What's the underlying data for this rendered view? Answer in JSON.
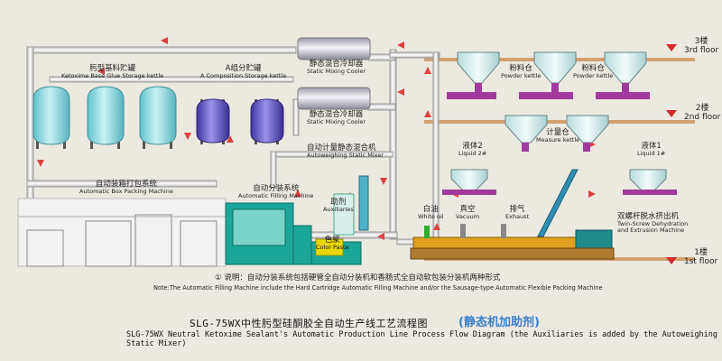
{
  "floors": [
    {
      "id": "3",
      "zh": "3楼",
      "en": "3rd floor"
    },
    {
      "id": "2",
      "zh": "2楼",
      "en": "2nd floor"
    },
    {
      "id": "1",
      "zh": "1楼",
      "en": "1st floor"
    }
  ],
  "labels": {
    "ketoxime_kettle_zh": "肟型基料贮罐",
    "ketoxime_kettle_en": "Ketoxime Base Glue Storage kettle",
    "a_kettle_zh": "A组分贮罐",
    "a_kettle_en": "A Composition Storage kettle",
    "cooler1_zh": "静态混合冷却器",
    "cooler1_en": "Static Mixing Cooler",
    "cooler2_zh": "静态混合冷却器",
    "cooler2_en": "Static Mixing Cooler",
    "powder1_zh": "粉料仓",
    "powder1_en": "Powder kettle",
    "powder2_zh": "粉料仓",
    "powder2_en": "Powder kettle",
    "measure_zh": "计量仓",
    "measure_en": "Measure kettle",
    "liquid2_zh": "液体2",
    "liquid2_en": "Liquid 2#",
    "liquid1_zh": "液体1",
    "liquid1_en": "Liquid 1#",
    "autoweigh_zh": "自动计量静态混合机",
    "autoweigh_en": "Autoweighing Static Mixer",
    "boxpack_zh": "自动装箱打包系统",
    "boxpack_en": "Automatic Box Packing Machine",
    "filling_zh": "自动分装系统",
    "filling_en": "Automatic Filling Machine",
    "aux_zh": "助剂",
    "aux_en": "Auxiliaries",
    "color_zh": "色浆",
    "color_en": "Color Paste",
    "whiteoil_zh": "白油",
    "whiteoil_en": "White oil",
    "vacuum_zh": "真空",
    "vacuum_en": "Vacuum",
    "exhaust_zh": "排气",
    "exhaust_en": "Exhaust",
    "extruder_zh": "双螺杆脱水挤出机",
    "extruder_en1": "Twin-Screw Dehydration",
    "extruder_en2": "and Extrusion Machine"
  },
  "note": {
    "zh": "① 说明：自动分装系统包括硬管全自动分装机和香肠式全自动软包装分装机两种形式",
    "en": "Note:The Automatic Filling Machine include the Hard Cartridge Automatic Filling Machine and/or the Sausage-type Automatic Flexible Packing Machine"
  },
  "title": {
    "zh": "SLG-75WX中性肟型硅酮胶全自动生产线工艺流程图",
    "tag": "(静态机加助剂)",
    "en": "SLG-75WX Neutral Ketoxime Sealant's Automatic Production Line Process Flow Diagram (the Auxiliaries is added by the Autoweighing Static Mixer)"
  },
  "colors": {
    "background": "#ece9e1",
    "pipe": "#f3f3f3",
    "pipe_edge": "#9a9a9a",
    "teal_tank": "#8fd9e0",
    "purple_tank": "#5a4fc0",
    "hopper": "#dff3f3",
    "pump": "#a13a9c",
    "extruder": "#e0a020",
    "machine_green": "#1aa79a",
    "floor_line": "#d4a070",
    "arrow_red": "#e04040",
    "title_tag": "#3a7fc9"
  }
}
